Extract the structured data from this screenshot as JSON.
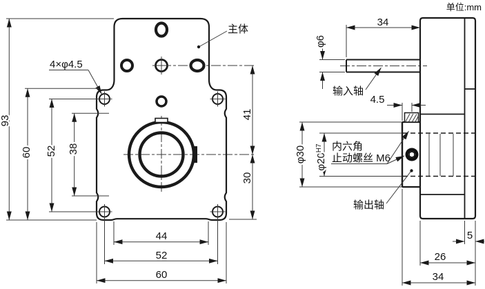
{
  "title": {
    "units": "单位:mm"
  },
  "front": {
    "label_body": "主体",
    "label_holes": "4×φ4.5",
    "dim_height_total": "93",
    "dim_flange_height": "60",
    "dim_hole_pitch_v": "52",
    "dim_edge_span": "38",
    "dim_input_to_center": "41",
    "dim_center_to_bottom": "30",
    "dim_inner_width": "44",
    "dim_hole_pitch_h": "52",
    "dim_flange_width": "60"
  },
  "side": {
    "label_input_shaft": "输入轴",
    "label_output_shaft": "输出轴",
    "label_set_screw_line1": "内六角",
    "label_set_screw_line2": "止动螺丝 M6",
    "dim_shaft_length": "34",
    "dim_shaft_dia": "φ6",
    "dim_screw_offset": "4.5",
    "dim_boss_dia": "φ30",
    "dim_bore_dia": "φ20",
    "dim_bore_tolerance": "H7",
    "dim_flange_thickness": "5",
    "dim_body_depth": "26",
    "dim_total_depth": "34"
  },
  "colors": {
    "ink": "#1a1a1a",
    "background": "#ffffff"
  }
}
